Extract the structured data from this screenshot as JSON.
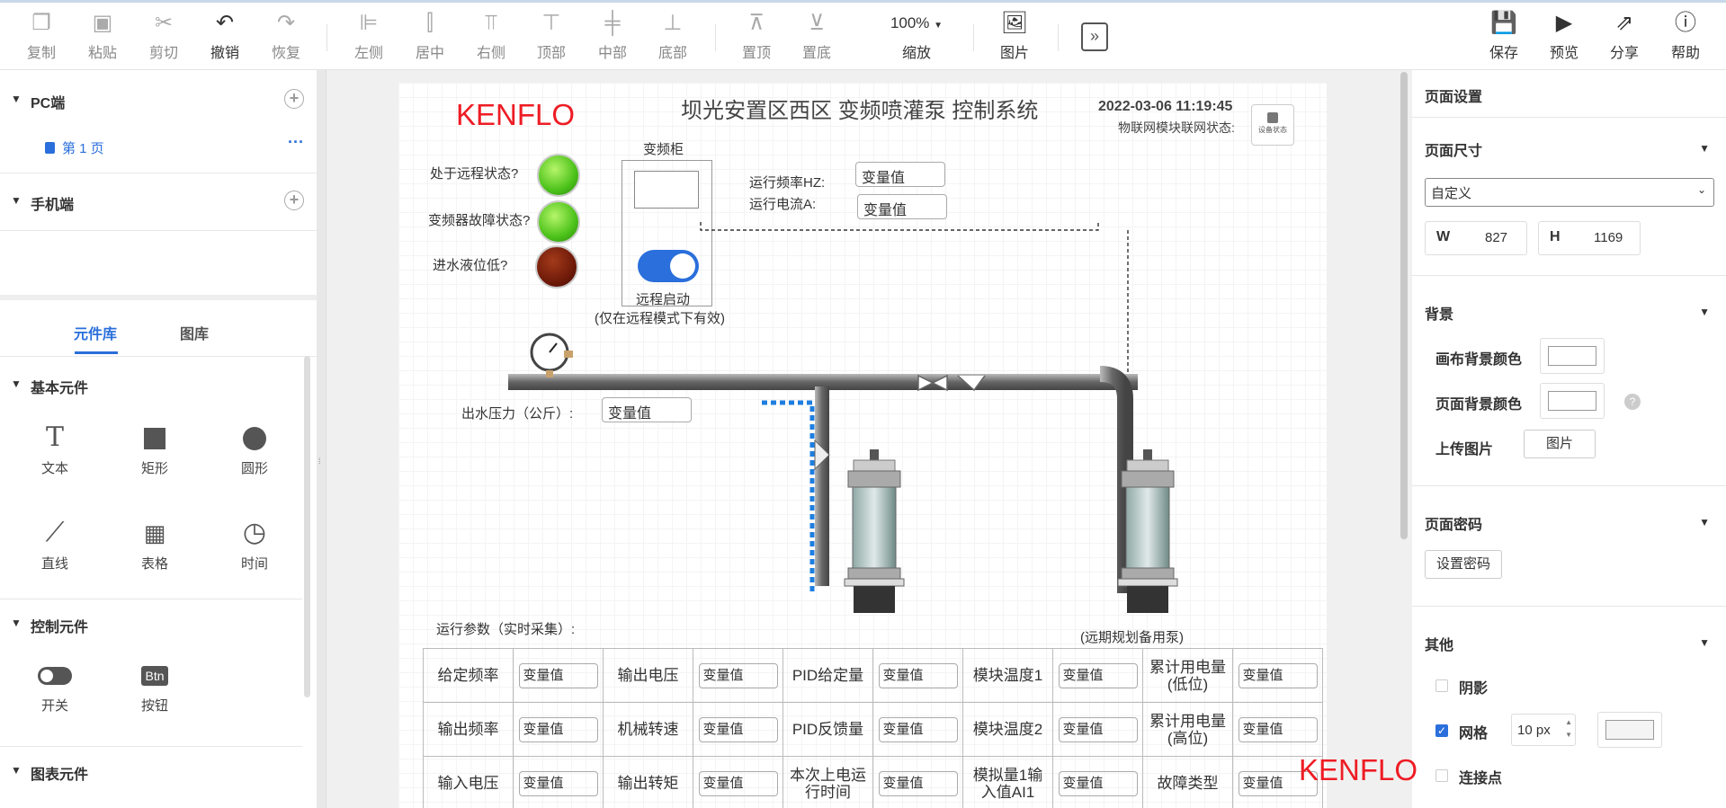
{
  "toolbar": {
    "copy": "复制",
    "paste": "粘贴",
    "cut": "剪切",
    "undo": "撤销",
    "redo": "恢复",
    "align_left": "左侧",
    "align_center": "居中",
    "align_right": "右侧",
    "align_top": "顶部",
    "align_middle": "中部",
    "align_bottom": "底部",
    "bring_top": "置顶",
    "send_bottom": "置底",
    "zoom_value": "100%",
    "zoom": "缩放",
    "image": "图片",
    "save": "保存",
    "preview": "预览",
    "share": "分享",
    "help": "帮助"
  },
  "left": {
    "pc_section": "PC端",
    "page1": "第 1 页",
    "page_more": "···",
    "mobile_section": "手机端",
    "tab_components": "元件库",
    "tab_gallery": "图库",
    "basic_section": "基本元件",
    "basic": [
      "文本",
      "矩形",
      "圆形",
      "直线",
      "表格",
      "时间"
    ],
    "control_section": "控制元件",
    "control": [
      "开关",
      "按钮"
    ],
    "btn_glyph": "Btn",
    "chart_section": "图表元件"
  },
  "canvas": {
    "brand": "KENFLO",
    "title": "坝光安置区西区 变频喷灌泵 控制系统",
    "datetime": "2022-03-06 11:19:45",
    "iot_status": "物联网模块联网状态:",
    "device_status": "设备状态",
    "remote_state": "处于远程状态?",
    "vfd_fault": "变频器故障状态?",
    "water_low": "进水液位低?",
    "cabinet": "变频柜",
    "remote_start": "远程启动",
    "remote_note": "(仅在远程模式下有效)",
    "freq_label": "运行频率HZ:",
    "current_label": "运行电流A:",
    "var": "变量值",
    "pressure_label": "出水压力（公斤）:",
    "backup_note": "(远期规划备用泵)",
    "params_title": "运行参数（实时采集）:",
    "table": [
      [
        "给定频率",
        "输出电压",
        "PID给定量",
        "模块温度1",
        "累计用电量(低位)"
      ],
      [
        "输出频率",
        "机械转速",
        "PID反馈量",
        "模块温度2",
        "累计用电量(高位)"
      ],
      [
        "输入电压",
        "输出转矩",
        "本次上电运行时间",
        "模拟量1输入值AI1",
        "故障类型"
      ]
    ]
  },
  "right": {
    "page_settings": "页面设置",
    "page_size": "页面尺寸",
    "size_option": "自定义",
    "w_label": "W",
    "w_value": "827",
    "h_label": "H",
    "h_value": "1169",
    "background": "背景",
    "canvas_bg": "画布背景颜色",
    "page_bg": "页面背景颜色",
    "upload_image": "上传图片",
    "image_btn": "图片",
    "password": "页面密码",
    "set_password": "设置密码",
    "other": "其他",
    "shadow": "阴影",
    "grid": "网格",
    "grid_value": "10 px",
    "connect_points": "连接点",
    "brand": "KENFLO"
  }
}
